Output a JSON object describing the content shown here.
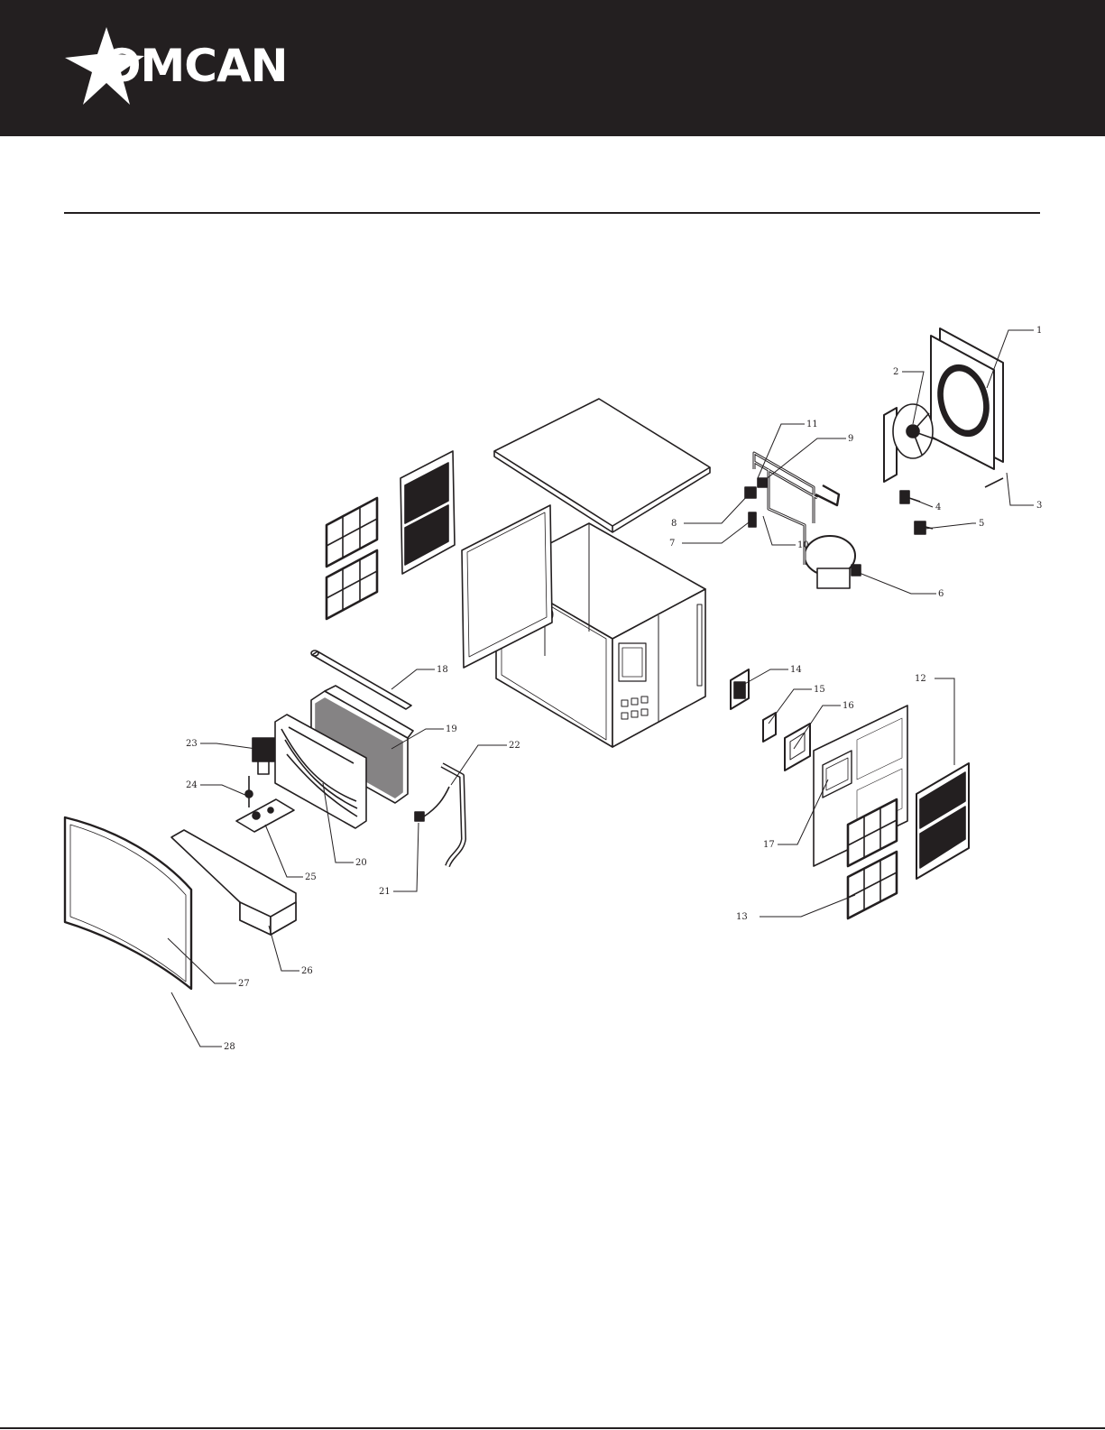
{
  "brand": {
    "name": "OMCAN",
    "color_dark": "#231f20",
    "color_light": "#ffffff"
  },
  "diagram": {
    "callouts": [
      {
        "n": "1"
      },
      {
        "n": "2"
      },
      {
        "n": "3"
      },
      {
        "n": "4"
      },
      {
        "n": "5"
      },
      {
        "n": "6"
      },
      {
        "n": "7"
      },
      {
        "n": "8"
      },
      {
        "n": "9"
      },
      {
        "n": "10"
      },
      {
        "n": "11"
      },
      {
        "n": "12"
      },
      {
        "n": "13"
      },
      {
        "n": "14"
      },
      {
        "n": "15"
      },
      {
        "n": "16"
      },
      {
        "n": "17"
      },
      {
        "n": "18"
      },
      {
        "n": "19"
      },
      {
        "n": "20"
      },
      {
        "n": "21"
      },
      {
        "n": "22"
      },
      {
        "n": "23"
      },
      {
        "n": "24"
      },
      {
        "n": "25"
      },
      {
        "n": "26"
      },
      {
        "n": "27"
      },
      {
        "n": "28"
      }
    ]
  }
}
